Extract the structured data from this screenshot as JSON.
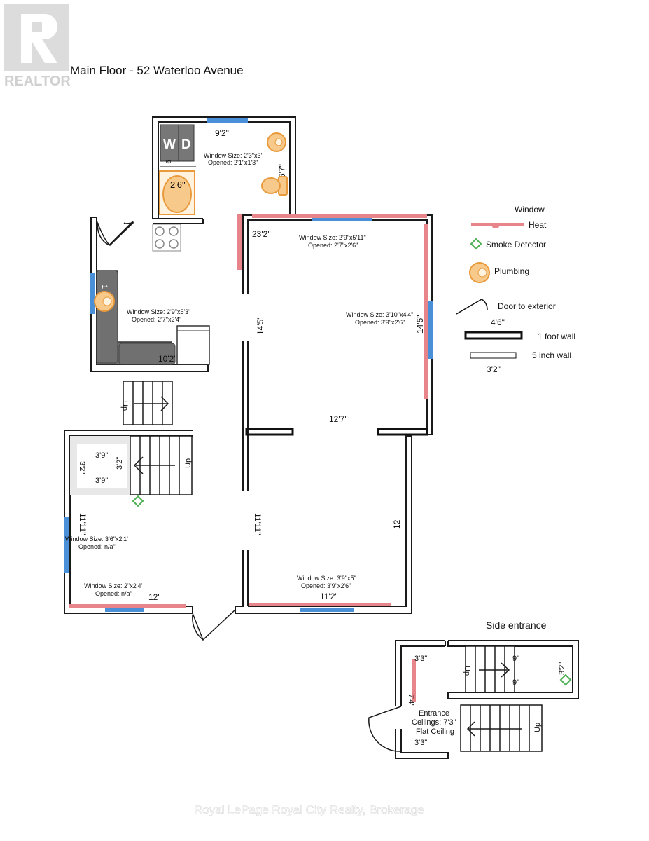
{
  "watermark_logo": "REALTOR",
  "title": "Main Floor - 52 Waterloo Avenue",
  "watermark_footer": "Royal LePage Royal City Realty, Brokerage",
  "legend": {
    "window": "Window",
    "heat": "Heat",
    "smoke": "Smoke Detector",
    "plumbing": "Plumbing",
    "door": "Door to exterior",
    "foot_wall": "1 foot wall",
    "foot_wall_dim": "4'6\"",
    "inch_wall": "5 inch wall",
    "inch_wall_dim": "3'2\""
  },
  "labels": {
    "laundry_w": "W",
    "laundry_d": "D",
    "bath_width": "9'2\"",
    "bath_window_size": "Window Size: 2'3\"x3'",
    "bath_window_open": "Opened: 2'1\"x1'3\"",
    "bath_depth": "6'7\"",
    "bath_small": "9",
    "bath_tub": "2'6\"",
    "kitchen_window_size": "Window Size: 2'9\"x5'3\"",
    "kitchen_window_open": "Opened: 2'7\"x2'4\"",
    "kitchen_width": "10'2\"",
    "kitchen_sink_num": "1",
    "living_width": "23'2\"",
    "living_top_window_size": "Window Size: 2'9\"x5'11\"",
    "living_top_window_open": "Opened: 2'7\"x2'6\"",
    "living_right_window_size": "Window Size: 3'10\"x4'4\"",
    "living_right_window_open": "Opened: 3'9\"x2'6\"",
    "living_left_depth": "14'5\"",
    "living_right_depth": "14'5\"",
    "living_bottom_width": "12'7\"",
    "closet_w1": "3'9\"",
    "closet_w2": "3'9\"",
    "closet_h1": "3'2\"",
    "closet_h2": "3'2\"",
    "stair_up_1": "Up",
    "stair_up_2": "Up",
    "stair_up_3": "Up",
    "stair_up_4": "Up",
    "front_left_depth": "11'11\"",
    "front_left_window_size": "Window Size: 3'6\"x2'1'",
    "front_left_window_open": "Opened: n/a\"",
    "front_bottom_window_size": "Window Size: 2\"x2'4'",
    "front_bottom_window_open": "Opened: n/a\"",
    "front_width": "12'",
    "hall_depth": "11'11\"",
    "front_right_depth": "12'",
    "front_right_window_size": "Window Size: 3'9\"x5\"",
    "front_right_window_open": "Opened: 3'9\"x2'6\"",
    "front_right_width": "11'2\"",
    "side_entrance_title": "Side entrance",
    "side_top": "3'3\"",
    "side_bottom": "3'3\"",
    "side_depth": "7'4\"",
    "side_partial_1": "9\"",
    "side_partial_2": "9\"",
    "side_right": "3'2\"",
    "side_entrance": "Entrance",
    "side_ceilings": "Ceilings: 7'3\"",
    "side_flat": "Flat Ceiling"
  },
  "colors": {
    "wall": "#1a1a1a",
    "window": "#4a90d9",
    "heat": "#e8858a",
    "plumbing": "#e89a3c",
    "smoke": "#4caf50",
    "appliance": "#7a7a7a"
  }
}
